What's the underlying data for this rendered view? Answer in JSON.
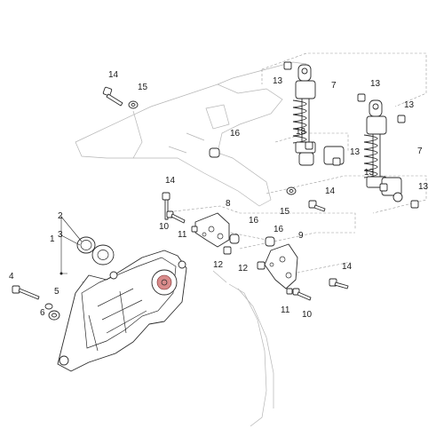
{
  "diagram": {
    "callouts": {
      "c1": "1",
      "c2": "2",
      "c3": "3",
      "c4": "4",
      "c5": "5",
      "c6": "6",
      "c7a": "7",
      "c7b": "7",
      "c8": "8",
      "c9": "9",
      "c10a": "10",
      "c10b": "10",
      "c11a": "11",
      "c11b": "11",
      "c12a": "12",
      "c12b": "12",
      "c13a": "13",
      "c13b": "13",
      "c13c": "13",
      "c13d": "13",
      "c13e": "13",
      "c13f": "13",
      "c13g": "13",
      "c14a": "14",
      "c14b": "14",
      "c14c": "14",
      "c14d": "14",
      "c15a": "15",
      "c15b": "15",
      "c16a": "16",
      "c16b": "16",
      "c16c": "16"
    }
  }
}
